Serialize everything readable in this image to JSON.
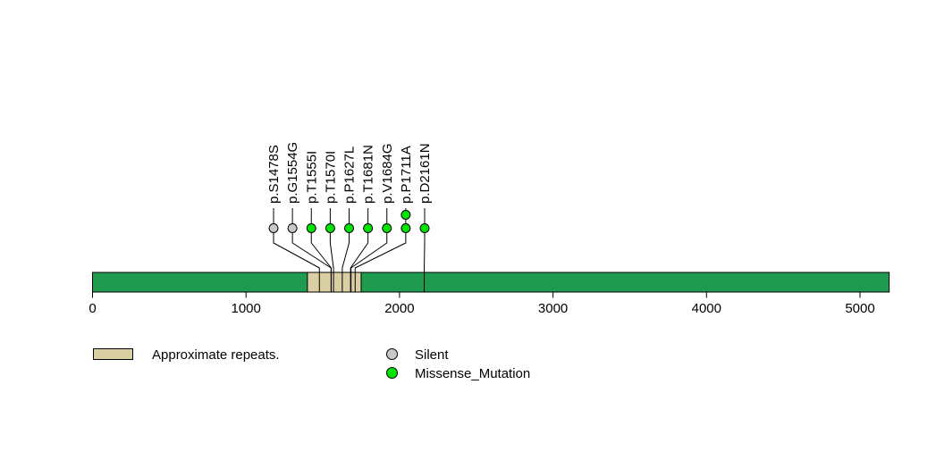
{
  "chart_data": {
    "type": "lollipop",
    "description": "Protein mutation lollipop plot over a gene body with domain track",
    "protein": {
      "length_aa": 5190,
      "bar_color": "#1e9b4e"
    },
    "axis": {
      "ticks": [
        0,
        1000,
        2000,
        3000,
        4000,
        5000
      ],
      "range": [
        0,
        5190
      ],
      "grid": false
    },
    "domains": [
      {
        "name": "Approximate repeats.",
        "start": 1400,
        "end": 1750,
        "color": "#d9cfa3"
      }
    ],
    "mutation_colors": {
      "Silent": "#c8c8c8",
      "Missense_Mutation": "#00e400"
    },
    "mutations": [
      {
        "label": "p.S1478S",
        "position": 1478,
        "type": "Silent",
        "count": 1
      },
      {
        "label": "p.G1554G",
        "position": 1554,
        "type": "Silent",
        "count": 1
      },
      {
        "label": "p.T1555I",
        "position": 1555,
        "type": "Missense_Mutation",
        "count": 1
      },
      {
        "label": "p.T1570I",
        "position": 1570,
        "type": "Missense_Mutation",
        "count": 1
      },
      {
        "label": "p.P1627L",
        "position": 1627,
        "type": "Missense_Mutation",
        "count": 1
      },
      {
        "label": "p.T1681N",
        "position": 1681,
        "type": "Missense_Mutation",
        "count": 1
      },
      {
        "label": "p.V1684G",
        "position": 1684,
        "type": "Missense_Mutation",
        "count": 1
      },
      {
        "label": "p.P1711A",
        "position": 1711,
        "type": "Missense_Mutation",
        "count": 2
      },
      {
        "label": "p.D2161N",
        "position": 2161,
        "type": "Missense_Mutation",
        "count": 1
      }
    ],
    "legend_position": "bottom"
  },
  "legend": {
    "items": [
      {
        "label": "Approximate repeats.",
        "swatch": "rect",
        "color": "#d9cfa3"
      },
      {
        "label": "Silent",
        "swatch": "circle",
        "color": "#c8c8c8"
      },
      {
        "label": "Missense_Mutation",
        "swatch": "circle",
        "color": "#00e400"
      }
    ]
  }
}
